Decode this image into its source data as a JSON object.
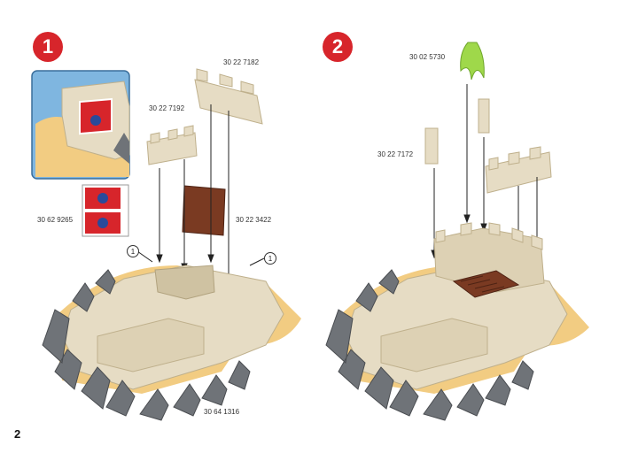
{
  "page_number": "2",
  "step1": {
    "badge": "1",
    "labels": {
      "top_wall": "30 22 7182",
      "left_wall": "30 22 7192",
      "sticker": "30 62 9265",
      "door": "30 22 3422",
      "base": "30 64 1316"
    },
    "callout": "1"
  },
  "step2": {
    "badge": "2",
    "labels": {
      "plant": "30 02 5730",
      "pillar": "30 22 7172"
    }
  },
  "colors": {
    "badge_red": "#d7252b",
    "stone": "#e6dcc4",
    "stone_shadow": "#cfc2a2",
    "rock": "#6f7378",
    "sand": "#f2cc82",
    "door_brown": "#7a3a22",
    "plant_green": "#9fd84a",
    "inset_bg": "#7fb6e0"
  }
}
